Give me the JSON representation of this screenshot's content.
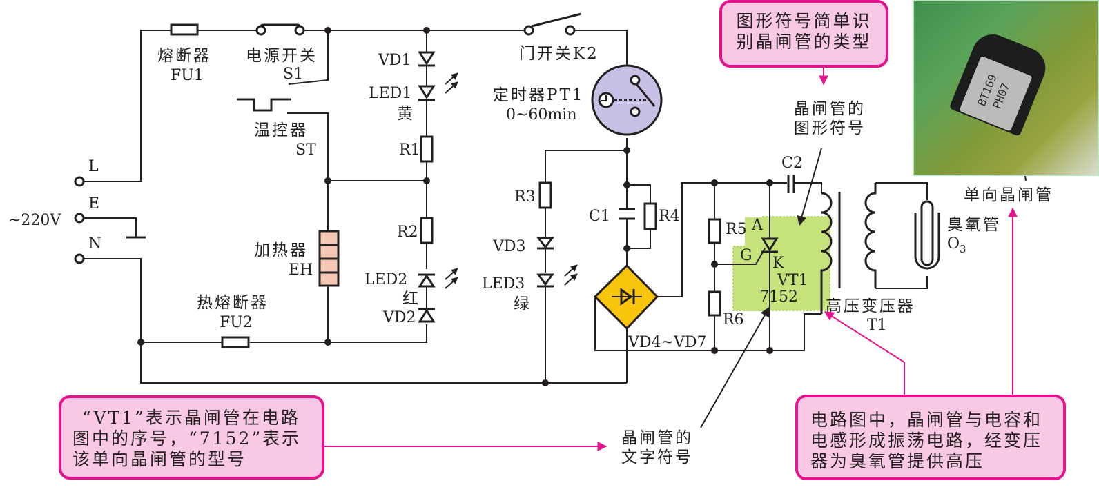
{
  "figure": {
    "supply": {
      "voltage": "~220V",
      "terminals": [
        "L",
        "E",
        "N"
      ]
    },
    "components": {
      "fu1": {
        "name": "熔断器",
        "ref": "FU1"
      },
      "s1": {
        "name": "电源开关",
        "ref": "S1"
      },
      "st": {
        "name": "温控器",
        "ref": "ST"
      },
      "eh": {
        "name": "加热器",
        "ref": "EH"
      },
      "fu2": {
        "name": "热熔断器",
        "ref": "FU2"
      },
      "vd1": {
        "ref": "VD1"
      },
      "led1": {
        "ref": "LED1",
        "color_label": "黄"
      },
      "r1": {
        "ref": "R1"
      },
      "r2": {
        "ref": "R2"
      },
      "led2": {
        "ref": "LED2",
        "color_label": "红"
      },
      "vd2": {
        "ref": "VD2"
      },
      "k2": {
        "name": "门开关K2"
      },
      "pt1": {
        "name": "定时器PT1",
        "range": "0~60min"
      },
      "r3": {
        "ref": "R3"
      },
      "vd3": {
        "ref": "VD3"
      },
      "led3": {
        "ref": "LED3",
        "color_label": "绿"
      },
      "c1": {
        "ref": "C1"
      },
      "r4": {
        "ref": "R4"
      },
      "bridge": {
        "ref": "VD4~VD7"
      },
      "r5": {
        "ref": "R5"
      },
      "r6": {
        "ref": "R6"
      },
      "c2": {
        "ref": "C2"
      },
      "vt1": {
        "ref": "VT1",
        "model": "7152",
        "pin_a": "A",
        "pin_g": "G",
        "pin_k": "K"
      },
      "t1": {
        "name": "高压变压器",
        "ref": "T1"
      },
      "ozone": {
        "name": "臭氧管",
        "ref": "O",
        "sub": "3"
      }
    },
    "annotations": {
      "graphic_symbol": [
        "晶闸管的",
        "图形符号"
      ],
      "text_symbol": [
        "晶闸管的",
        "文字符号"
      ],
      "photo_label": "单向晶闸管",
      "photo_marking": [
        "BT169",
        "PH07"
      ]
    },
    "callouts": {
      "top": [
        "图形符号简单识",
        "别晶闸管的类型"
      ],
      "left": [
        "“VT1”表示晶闸管在电路",
        "图中的序号，“7152”表示",
        "该单向晶闸管的型号"
      ],
      "right": [
        "电路图中，晶闸管与电容和",
        "电感形成振荡电路，经变压",
        "器为臭氧管提供高压"
      ]
    },
    "colors": {
      "wire": "#231f20",
      "callout_border": "#e4128c",
      "callout_fill": "#f8c8e4",
      "heater_fill": "#f6c6b4",
      "timer_fill": "#c8c0e4",
      "bridge_fill": "#f8c40c",
      "thyristor_highlight": "#c6e27a"
    }
  }
}
